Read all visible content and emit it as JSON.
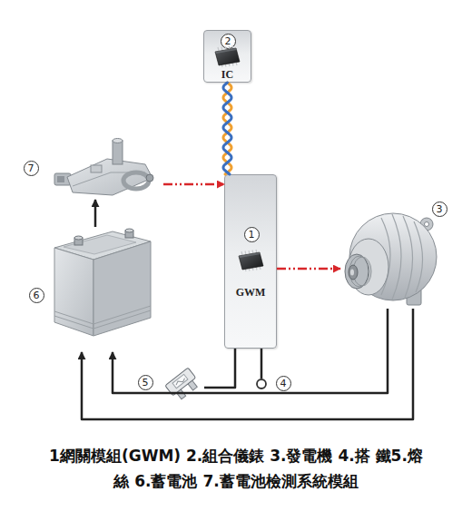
{
  "diagram": {
    "caption": "1網關模組(GWM) 2.組合儀錶 3.發電機 4.搭 鐵5.熔絲 6.蓄電池 7.蓄電池檢測系統模組",
    "nodes": [
      {
        "text": [
          "2",
          "IC"
        ]
      },
      {
        "text": [
          "7"
        ]
      },
      {
        "text": [
          "1",
          "GWM"
        ]
      },
      {
        "text": [
          "3"
        ]
      },
      {
        "text": [
          "6"
        ]
      },
      {
        "text": [
          "5"
        ]
      },
      {
        "text": [
          "4"
        ]
      }
    ],
    "edges": [
      {
        "from": 0,
        "to": 2,
        "arrow": "none"
      },
      {
        "from": 1,
        "to": 2,
        "arrow": "to"
      },
      {
        "from": 2,
        "to": 3,
        "arrow": "to"
      },
      {
        "from": 4,
        "to": 1,
        "arrow": "to"
      },
      {
        "from": 3,
        "to": 4,
        "arrow": "to"
      },
      {
        "from": 3,
        "to": 4,
        "arrow": "to"
      },
      {
        "from": 5,
        "to": 2,
        "arrow": "none"
      },
      {
        "from": 6,
        "to": 2,
        "arrow": "none"
      }
    ]
  }
}
